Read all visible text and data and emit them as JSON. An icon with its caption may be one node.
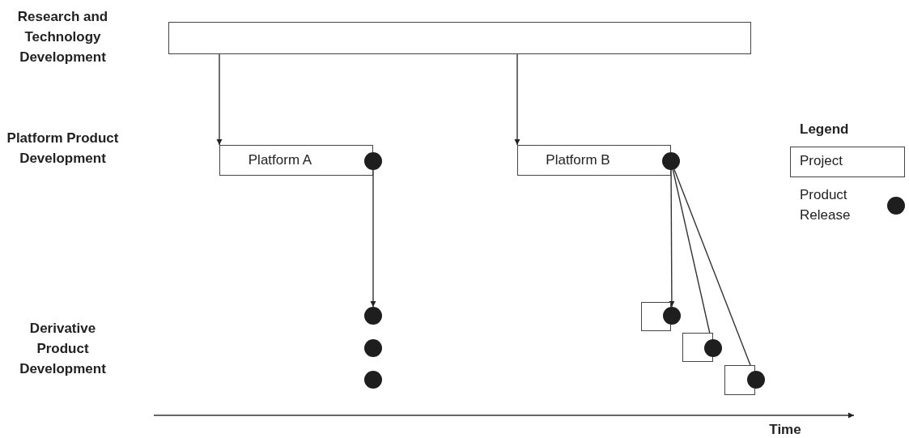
{
  "diagram": {
    "nodes": [
      {
        "text": [],
        "shape": "bar"
      },
      {
        "text": [
          "Platform A"
        ]
      },
      {
        "text": [],
        "shape": "circle"
      },
      {
        "text": [
          "Platform B"
        ]
      },
      {
        "text": [],
        "shape": "circle"
      },
      {
        "text": [],
        "shape": "circle"
      },
      {
        "text": [],
        "shape": "circle"
      },
      {
        "text": [],
        "shape": "circle"
      },
      {
        "text": [],
        "shape": "box"
      },
      {
        "text": [],
        "shape": "circle"
      },
      {
        "text": [],
        "shape": "box"
      },
      {
        "text": [],
        "shape": "circle"
      },
      {
        "text": [],
        "shape": "box"
      },
      {
        "text": [],
        "shape": "circle"
      }
    ],
    "edges": [
      {
        "from": 0,
        "to": 1,
        "arrow": "to"
      },
      {
        "from": 0,
        "to": 3,
        "arrow": "to"
      },
      {
        "from": 2,
        "to": 5,
        "arrow": "to"
      },
      {
        "from": 4,
        "to": 9,
        "arrow": "to"
      },
      {
        "from": 4,
        "to": 11,
        "arrow": "to"
      },
      {
        "from": 4,
        "to": 13,
        "arrow": "to"
      }
    ],
    "labels": [
      "Research and Technology Development",
      "Platform Product Development",
      "Derivative Product Development",
      "Legend",
      "Time"
    ],
    "legend": [
      {
        "text": "Project"
      },
      {
        "text": "Product Release"
      }
    ]
  }
}
